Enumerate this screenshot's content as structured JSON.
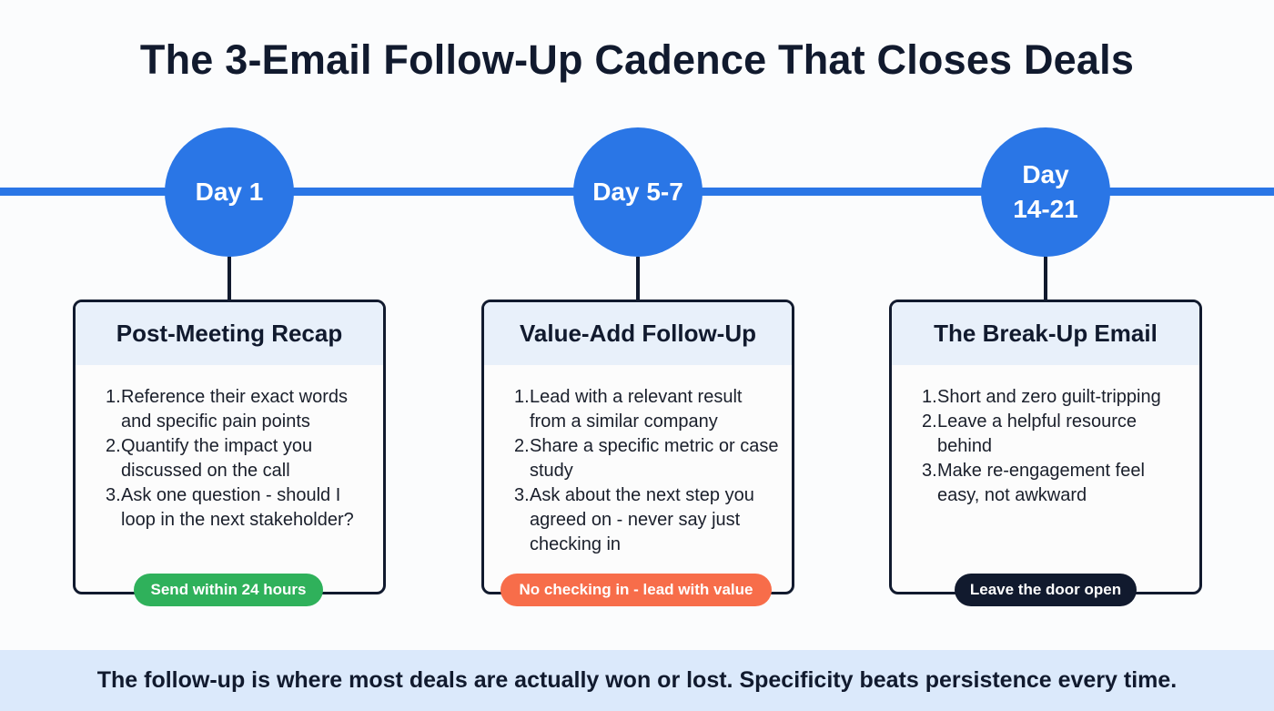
{
  "title": "The 3-Email Follow-Up Cadence That Closes Deals",
  "colors": {
    "accent_blue": "#2a76e6",
    "dark_navy": "#111a2e",
    "green": "#2fb15b",
    "orange": "#f76d4a",
    "card_header_bg": "#e8f0fa",
    "footer_bg": "#dbe9fb"
  },
  "steps": [
    {
      "day": "Day 1",
      "heading": "Post-Meeting Recap",
      "items": [
        "Reference their exact words and specific pain points",
        "Quantify the impact you discussed on the call",
        "Ask one question - should I loop in the next stakeholder?"
      ],
      "badge": "Send within 24 hours",
      "badge_color": "#2fb15b"
    },
    {
      "day": "Day 5-7",
      "heading": "Value-Add Follow-Up",
      "items": [
        "Lead with a relevant result from a similar company",
        "Share a specific metric or case study",
        "Ask about the next step you agreed on - never say just checking in"
      ],
      "badge": "No checking in - lead with value",
      "badge_color": "#f76d4a"
    },
    {
      "day": "Day 14-21",
      "heading": "The Break-Up Email",
      "items": [
        "Short and zero guilt-tripping",
        "Leave a helpful resource behind",
        "Make re-engagement feel easy, not awkward"
      ],
      "badge": "Leave the door open",
      "badge_color": "#111a2e"
    }
  ],
  "footer": "The follow-up is where most deals are actually won or lost. Specificity beats persistence every time."
}
